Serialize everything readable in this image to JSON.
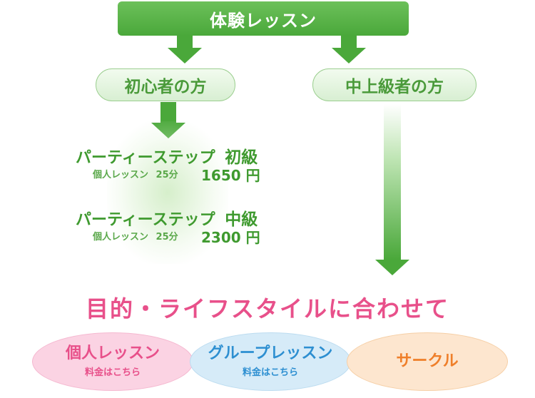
{
  "top": {
    "label": "体験レッスン"
  },
  "branches": {
    "beginner": {
      "label": "初心者の方"
    },
    "intermediate": {
      "label": "中上級者の方"
    }
  },
  "courses": [
    {
      "name": "パーティーステップ",
      "level": "初級",
      "lesson": "個人レッスン",
      "duration": "25分",
      "price": "1650 円"
    },
    {
      "name": "パーティーステップ",
      "level": "中級",
      "lesson": "個人レッスン",
      "duration": "25分",
      "price": "2300 円"
    }
  ],
  "headline": "目的・ライフスタイルに合わせて",
  "options": [
    {
      "title": "個人レッスン",
      "subtitle": "料金はこちら"
    },
    {
      "title": "グループレッスン",
      "subtitle": "料金はこちら"
    },
    {
      "title": "サークル",
      "subtitle": ""
    }
  ],
  "colors": {
    "green": "#4aa83a",
    "pink": "#e8508a",
    "blue": "#2d8fd1",
    "orange": "#ef7f2a"
  }
}
